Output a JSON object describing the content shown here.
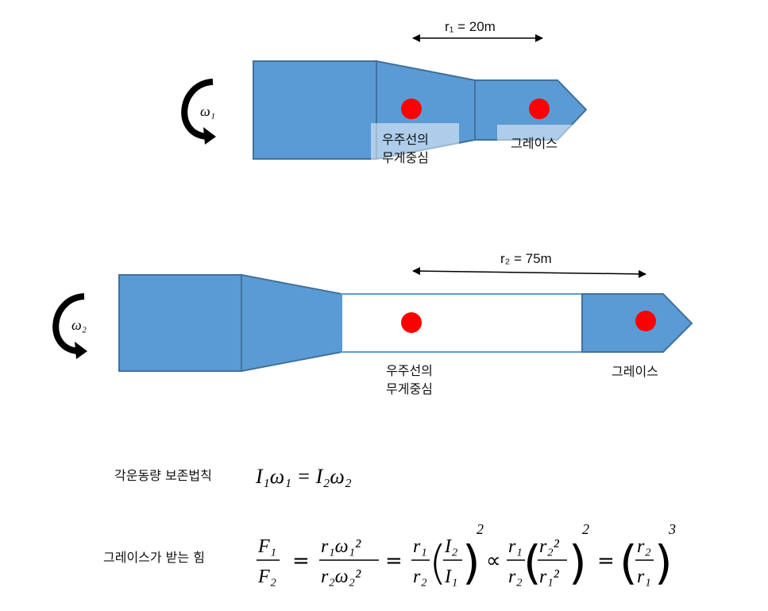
{
  "colors": {
    "hull": "#5b9bd5",
    "hull_stroke": "#41719c",
    "mass_dot": "#ff0000"
  },
  "top": {
    "distance_label": "r₁ = 20m",
    "omega_label": "ω₁",
    "center_label_line1": "우주선의",
    "center_label_line2": "무게중심",
    "grace_label": "그레이스"
  },
  "bottom": {
    "distance_label": "r₂ = 75m",
    "omega_label": "ω₂",
    "center_label_line1": "우주선의",
    "center_label_line2": "무게중심",
    "grace_label": "그레이스"
  },
  "equations": {
    "conservation_label": "각운동량 보존법칙",
    "conservation_eq": "I₁ω₁ = I₂ω₂",
    "force_label": "그레이스가 받는 힘",
    "f_num": "F₁",
    "f_den": "F₂",
    "eq": "=",
    "t1_num": "r₁ω₁²",
    "t1_den": "r₂ω₂²",
    "t2_num": "r₁",
    "t2_den": "r₂",
    "t2p_num": "I₂",
    "t2p_den": "I₁",
    "t2_exp": "2",
    "prop": "∝",
    "t3_num": "r₁",
    "t3_den": "r₂",
    "t3p_num": "r₂²",
    "t3p_den": "r₁²",
    "t3_exp": "2",
    "t4_num": "r₂",
    "t4_den": "r₁",
    "t4_exp": "3"
  }
}
